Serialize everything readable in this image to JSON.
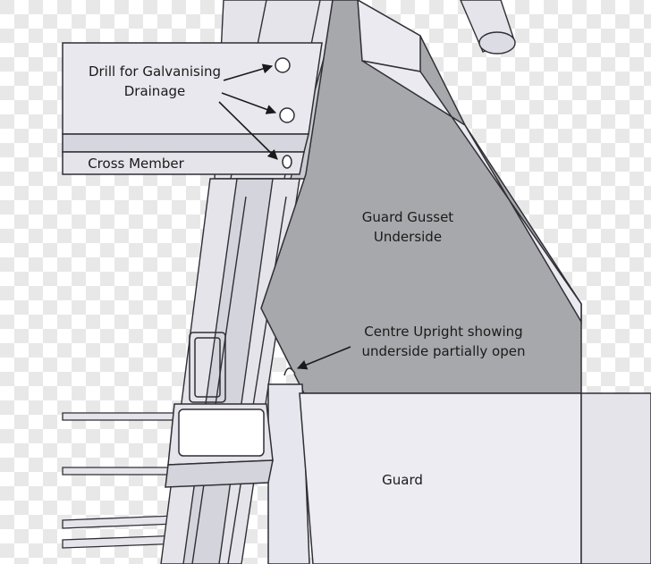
{
  "labels": {
    "drill_line1": "Drill for Galvanising",
    "drill_line2": "Drainage",
    "cross_member": "Cross Member",
    "gusset_line1": "Guard Gusset",
    "gusset_line2": "Underside",
    "upright_line1": "Centre Upright showing",
    "upright_line2": "underside partially open",
    "guard": "Guard"
  },
  "colors": {
    "gusset": "#a7a8ab",
    "guard": "#ececf2",
    "steel": "#e4e4ea",
    "steel_dark": "#c9cad2",
    "outline": "#2f2f35",
    "checker_light": "#ffffff",
    "checker_dark": "#e8e8e8"
  }
}
